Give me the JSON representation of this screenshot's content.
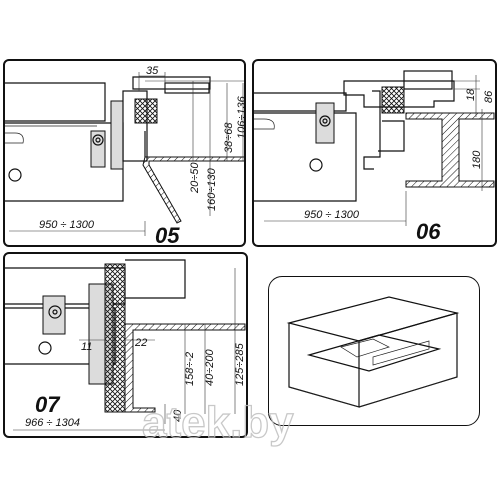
{
  "panels": {
    "p05": {
      "number": "05",
      "dim_width": "950 ÷ 1300",
      "dim_top": "35",
      "dim_a": "20÷50",
      "dim_b": "160÷130",
      "dim_c": "38÷68",
      "dim_d": "106÷136"
    },
    "p06": {
      "number": "06",
      "dim_width": "950 ÷ 1300",
      "dim_a": "18",
      "dim_b": "86",
      "dim_c": "180"
    },
    "p07": {
      "number": "07",
      "dim_width": "966 ÷ 1304",
      "dim_a": "11",
      "dim_b": "22",
      "dim_c": "158÷-2",
      "dim_d": "40÷200",
      "dim_e": "125÷285",
      "dim_f": "40"
    }
  },
  "watermark": {
    "text": "atek.by"
  }
}
